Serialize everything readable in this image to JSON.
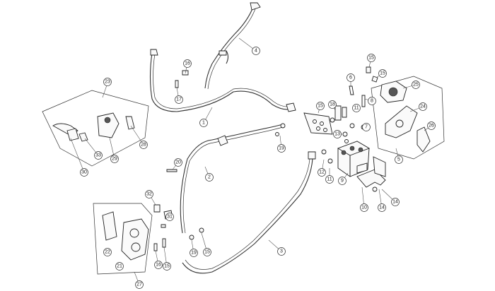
{
  "diagram": {
    "labels": {
      "c1": "1",
      "c2": "2",
      "c3": "3",
      "c4": "4",
      "c5": "5",
      "c6": "6",
      "c7": "7",
      "c8": "8",
      "c9": "9",
      "c10": "10",
      "c11a": "11",
      "c11b": "11",
      "c12": "12",
      "c13": "13",
      "c14a": "14",
      "c14b": "14",
      "c15a": "15",
      "c15b": "15",
      "c16": "16",
      "c17": "17",
      "c18": "18",
      "c19a": "19",
      "c19b": "19",
      "c20": "20",
      "c21": "21",
      "c22": "22",
      "c23": "23",
      "c24": "24",
      "c25": "25",
      "c26": "26",
      "c27": "27",
      "c28": "28",
      "c29": "29",
      "c30": "30",
      "c31": "31",
      "c32": "32",
      "c33": "33",
      "c15_top": "15",
      "c15_left": "15"
    }
  }
}
